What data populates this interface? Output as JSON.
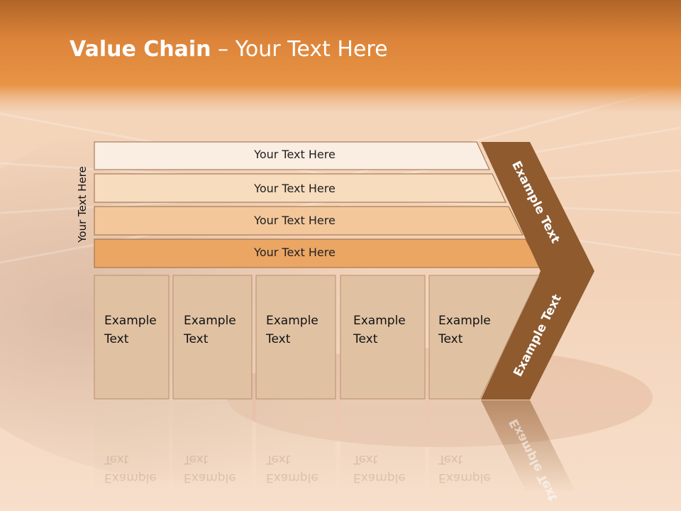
{
  "title": {
    "bold": "Value Chain",
    "rest": " – Your Text Here"
  },
  "side_label": "Your Text Here",
  "bars": [
    {
      "label": "Your Text Here",
      "fill": "#faeee2"
    },
    {
      "label": "Your Text Here",
      "fill": "#f7dcbd"
    },
    {
      "label": "Your Text Here",
      "fill": "#f3c79a"
    },
    {
      "label": "Your Text Here",
      "fill": "#eba664"
    }
  ],
  "boxes": [
    {
      "line1": "Example",
      "line2": "Text"
    },
    {
      "line1": "Example",
      "line2": "Text"
    },
    {
      "line1": "Example",
      "line2": "Text"
    },
    {
      "line1": "Example",
      "line2": "Text"
    },
    {
      "line1": "Example",
      "line2": "Text"
    }
  ],
  "chevron": {
    "upper": "Example Text",
    "lower": "Example Text",
    "color": "#8e5a2e"
  },
  "colors": {
    "header": "#e6913d",
    "box_fill": "#e0c2a3",
    "box_border": "#b88f6c",
    "bar_border": "#9a6a45"
  }
}
